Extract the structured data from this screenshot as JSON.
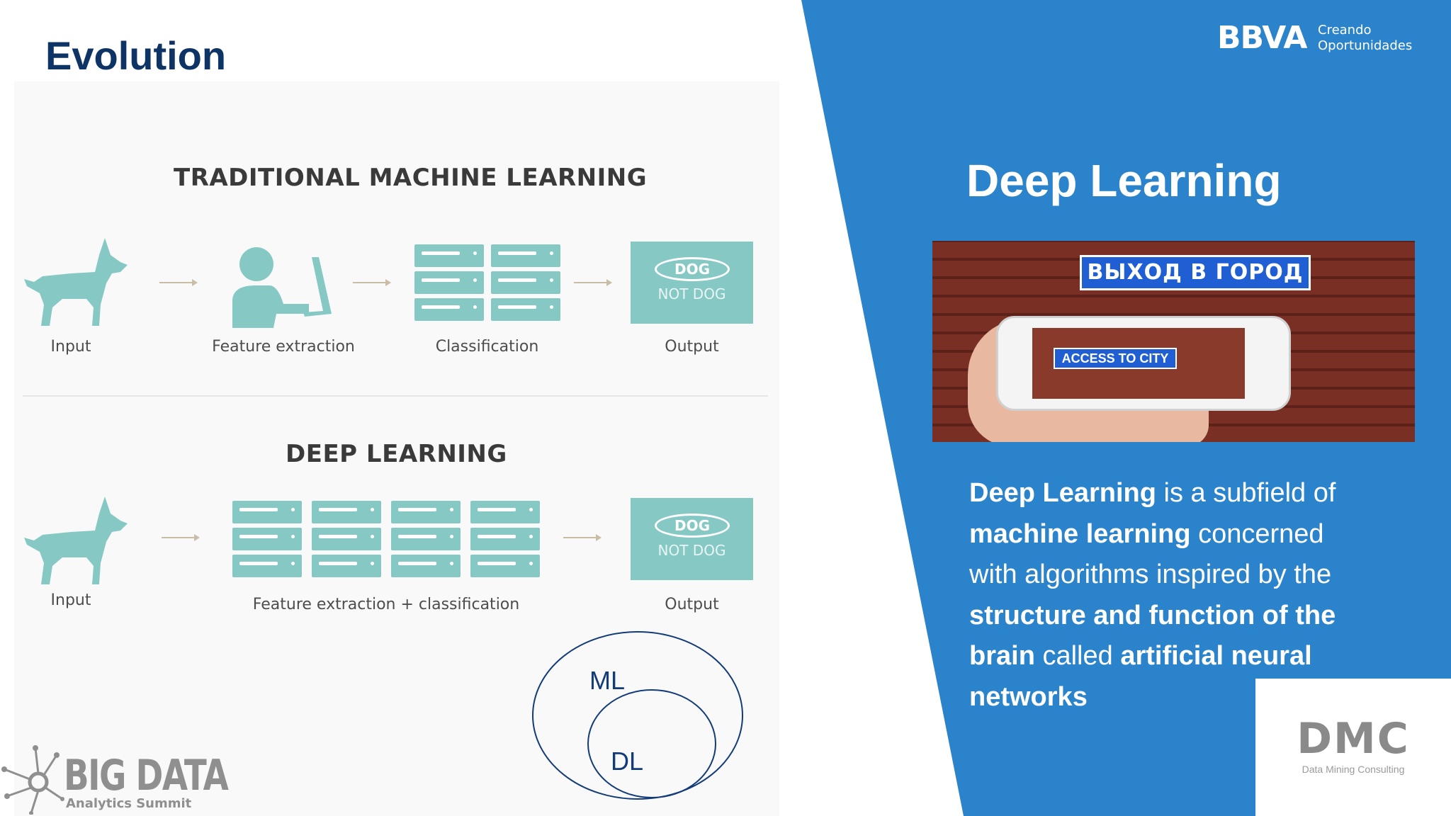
{
  "slide": {
    "title": "Evolution"
  },
  "diagram": {
    "traditional": {
      "title": "TRADITIONAL MACHINE LEARNING",
      "steps": [
        "Input",
        "Feature extraction",
        "Classification",
        "Output"
      ]
    },
    "deep": {
      "title": "DEEP LEARNING",
      "steps": [
        "Input",
        "Feature extraction + classification",
        "Output"
      ]
    },
    "output_box": {
      "dog": "DOG",
      "not_dog": "NOT DOG"
    }
  },
  "venn": {
    "outer": "ML",
    "inner": "DL"
  },
  "logos": {
    "bigdata_main": "BIG DATA",
    "bigdata_sub": "Analytics Summit",
    "bbva": "BBVA",
    "bbva_tag_line1": "Creando",
    "bbva_tag_line2": "Oportunidades",
    "dmc_mark": "DMC",
    "dmc_sub": "Data Mining Consulting"
  },
  "right_panel": {
    "heading": "Deep Learning",
    "photo": {
      "big_sign": "ВЫХОД В ГОРОД",
      "phone_sign": "ACCESS TO CITY"
    },
    "description": [
      {
        "text": "Deep Learning",
        "bold": true
      },
      {
        "text": " is a subfield of ",
        "bold": false
      },
      {
        "text": "machine learning",
        "bold": true
      },
      {
        "text": " concerned with algorithms inspired by the ",
        "bold": false
      },
      {
        "text": "structure and function of the brain",
        "bold": true
      },
      {
        "text": " called ",
        "bold": false
      },
      {
        "text": "artificial neural networks",
        "bold": true
      }
    ]
  },
  "colors": {
    "title_navy": "#0d3464",
    "panel_blue": "#2b83cc",
    "teal": "#86c9c4",
    "venn_stroke": "#123c78"
  }
}
